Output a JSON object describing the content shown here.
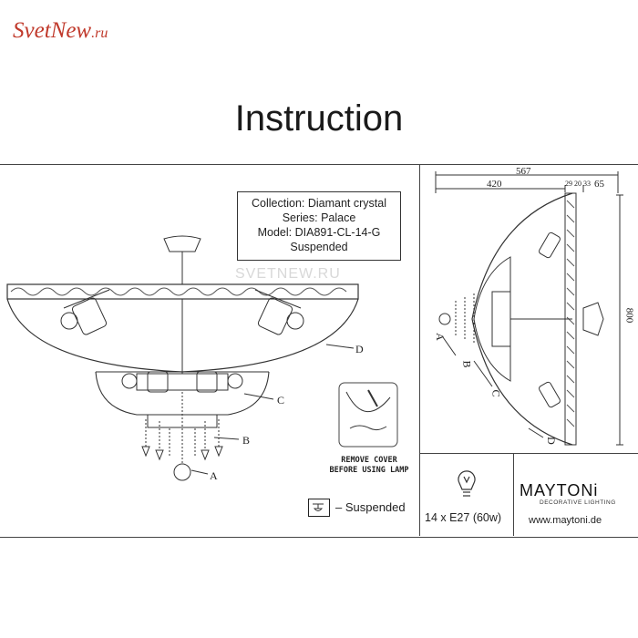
{
  "logo": {
    "main": "SvetNew",
    "suffix": ".ru"
  },
  "title": "Instruction",
  "watermark": "SVETNEW.RU",
  "info": {
    "collection": "Collection: Diamant crystal",
    "series": "Series: Palace",
    "model": "Model: DIA891-CL-14-G",
    "type": "Suspended"
  },
  "callouts": {
    "a": "A",
    "b": "B",
    "c": "C",
    "d": "D"
  },
  "remove_cover": {
    "line1": "REMOVE COVER",
    "line2": "BEFORE USING LAMP"
  },
  "legend": {
    "text": "– Suspended"
  },
  "dimensions": {
    "total_width": "567",
    "left_width": "420",
    "small1": "29",
    "small2": "20",
    "small3": "33",
    "right": "65",
    "height": "800"
  },
  "lamp_spec": "14 x E27 (60w)",
  "brand": {
    "name": "MAYTONi",
    "tagline": "DECORATIVE LIGHTING",
    "website": "www.maytoni.de"
  }
}
